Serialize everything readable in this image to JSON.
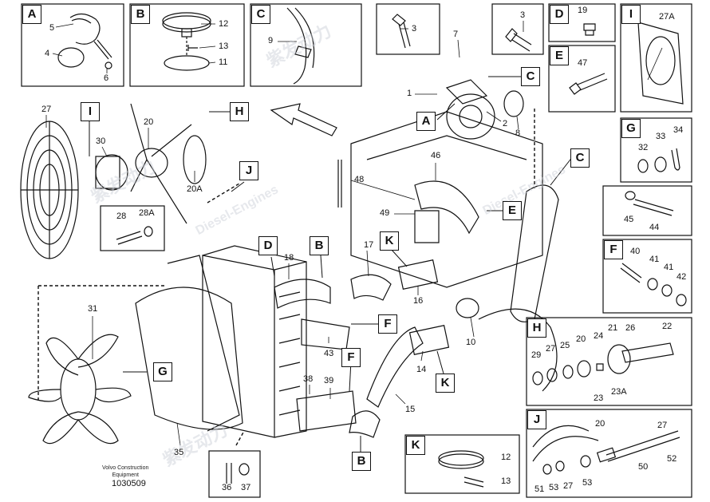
{
  "panels": {
    "A": {
      "letter": "A",
      "parts": [
        "5",
        "4",
        "6"
      ]
    },
    "B": {
      "letter": "B",
      "parts": [
        "12",
        "13",
        "11"
      ]
    },
    "C": {
      "letter": "C",
      "parts": [
        "9"
      ]
    },
    "D": {
      "letter": "D",
      "parts": [
        "19"
      ]
    },
    "E": {
      "letter": "E",
      "parts": [
        "47"
      ]
    },
    "I": {
      "letter": "I",
      "parts": [
        "27A"
      ]
    },
    "G": {
      "letter": "G",
      "parts": [
        "32",
        "33",
        "34"
      ]
    },
    "R45": {
      "parts": [
        "45",
        "44"
      ]
    },
    "F": {
      "letter": "F",
      "parts": [
        "40",
        "41",
        "41",
        "42"
      ]
    },
    "H": {
      "letter": "H",
      "parts": [
        "29",
        "27",
        "25",
        "20",
        "24",
        "21",
        "26",
        "22",
        "23",
        "23A"
      ]
    },
    "J": {
      "letter": "J",
      "parts": [
        "27",
        "50",
        "52",
        "51",
        "53",
        "27",
        "53",
        "20"
      ]
    },
    "K": {
      "letter": "K",
      "parts": [
        "12",
        "13"
      ]
    },
    "P28": {
      "parts": [
        "28",
        "28A"
      ]
    },
    "P36": {
      "parts": [
        "36",
        "37"
      ]
    }
  },
  "main_labels": [
    "3",
    "7",
    "1",
    "2",
    "8",
    "27",
    "20",
    "30",
    "20A",
    "46",
    "48",
    "49",
    "17",
    "16",
    "18",
    "10",
    "31",
    "43",
    "38",
    "39",
    "14",
    "15",
    "35"
  ],
  "callouts": [
    "C",
    "A",
    "I",
    "H",
    "J",
    "E",
    "C",
    "D",
    "B",
    "K",
    "F",
    "G",
    "F",
    "K",
    "B"
  ],
  "footer": {
    "company": "Volvo Construction",
    "sub": "Equipment",
    "part_number": "1030509"
  },
  "watermark": {
    "cn": "紫发动力",
    "en": "Diesel-Engines"
  }
}
